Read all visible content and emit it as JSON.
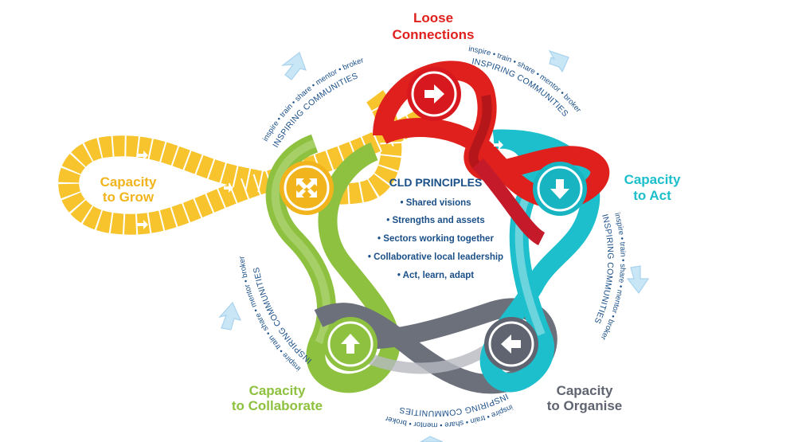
{
  "stages": {
    "loose_connections": {
      "line1": "Loose",
      "line2": "Connections",
      "color": "#e0201c"
    },
    "act": {
      "line1": "Capacity",
      "line2": "to Act",
      "color": "#1cbfcb"
    },
    "organise": {
      "line1": "Capacity",
      "line2": "to Organise",
      "color": "#5f6470"
    },
    "collaborate": {
      "line1": "Capacity",
      "line2": "to Collaborate",
      "color": "#8dc13f"
    },
    "grow": {
      "line1": "Capacity",
      "line2": "to Grow",
      "color": "#f7c42e"
    }
  },
  "principles": {
    "title": "CLD PRINCIPLES",
    "items": [
      "• Shared visions",
      "• Strengths and assets",
      "• Sectors working together",
      "• Collaborative local leadership",
      "• Act, learn, adapt"
    ]
  },
  "arc_text": {
    "activities": "inspire • train • share • mentor • broker",
    "communities": "INSPIRING COMMUNITIES"
  },
  "icons": {
    "loose_connections": "arrow-right-icon",
    "act": "arrow-down-icon",
    "organise": "arrow-left-icon",
    "collaborate": "arrow-up-icon",
    "grow": "arrows-diverge-icon"
  },
  "colors": {
    "text_blue": "#1a4f88",
    "cycle_arrow": "#bfe0f4"
  }
}
